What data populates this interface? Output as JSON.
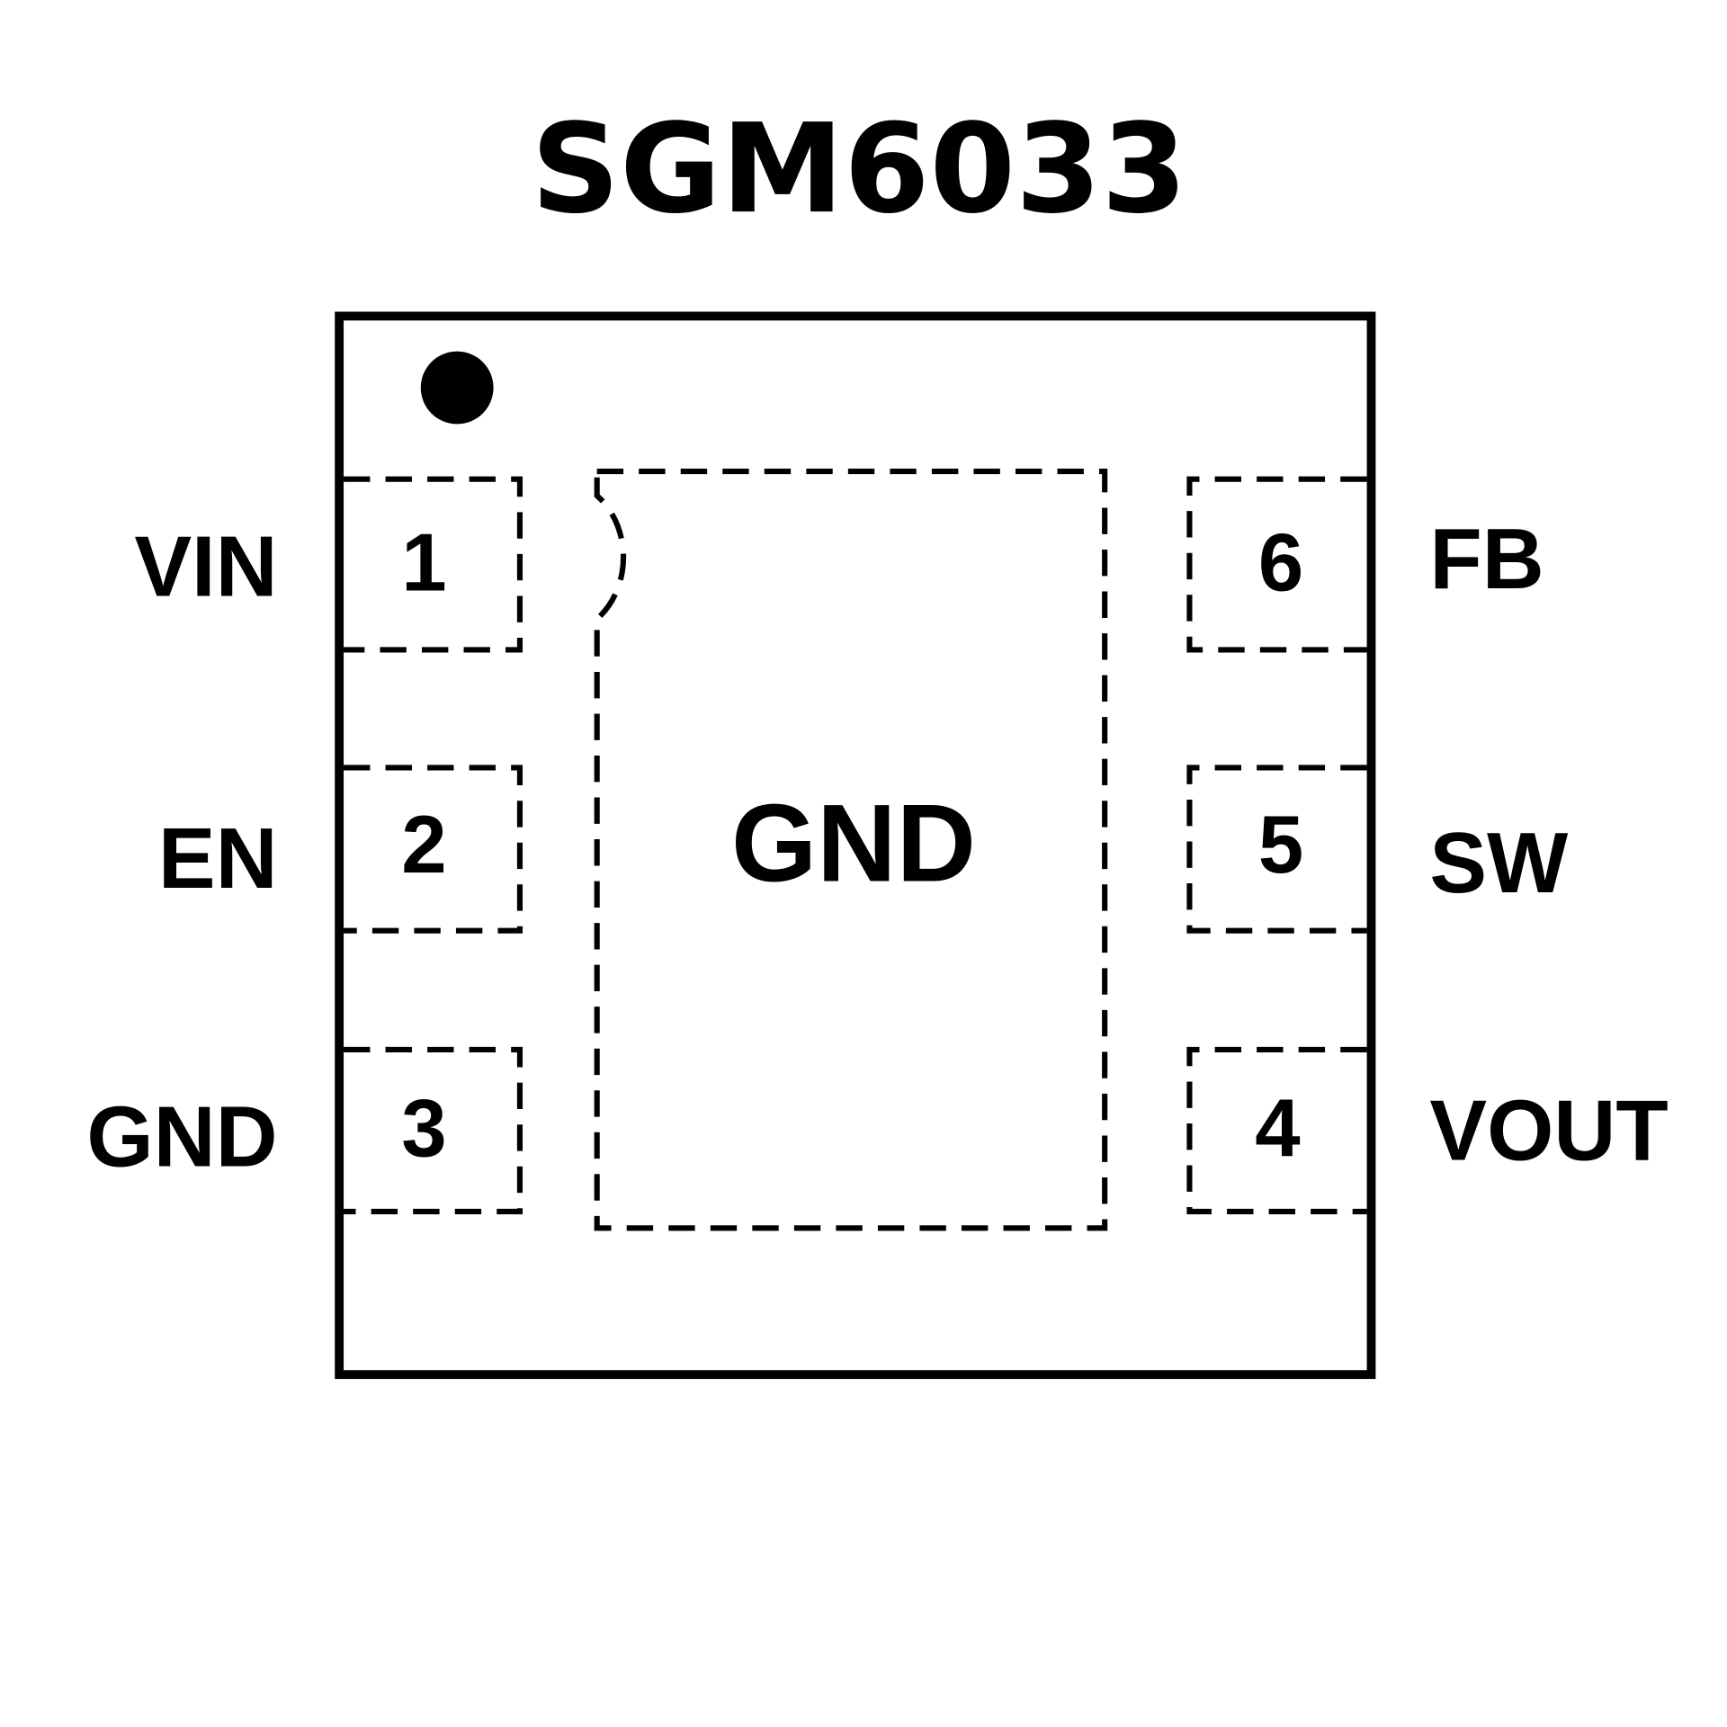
{
  "title": "SGM6033",
  "exposed_pad_label": "GND",
  "left_pins": [
    {
      "number": "1",
      "name": "VIN"
    },
    {
      "number": "2",
      "name": "EN"
    },
    {
      "number": "3",
      "name": "GND"
    }
  ],
  "right_pins": [
    {
      "number": "6",
      "name": "FB"
    },
    {
      "number": "5",
      "name": "SW"
    },
    {
      "number": "4",
      "name": "VOUT"
    }
  ]
}
